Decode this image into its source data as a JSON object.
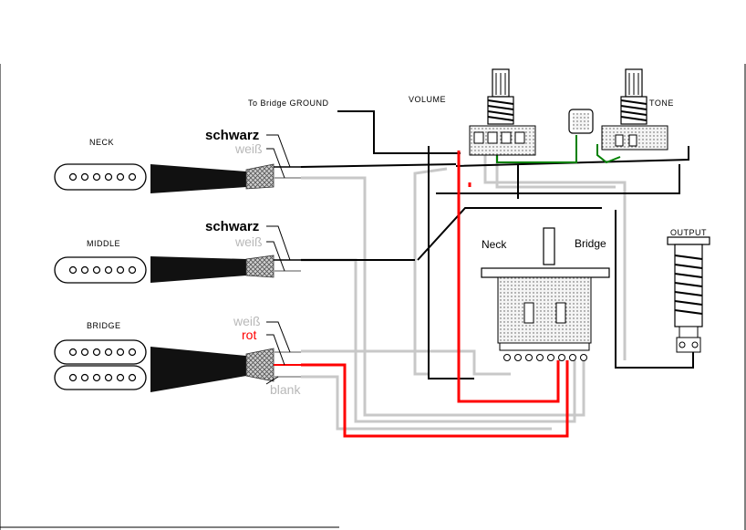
{
  "labels": {
    "bridge_ground": "To Bridge GROUND",
    "volume": "VOLUME",
    "tone": "TONE",
    "output": "OUTPUT",
    "neck_pickup": "NECK",
    "middle_pickup": "MIDDLE",
    "bridge_pickup": "BRIDGE",
    "switch_neck": "Neck",
    "switch_bridge": "Bridge"
  },
  "wire_labels": {
    "neck_black": "schwarz",
    "neck_white": "weiß",
    "middle_black": "schwarz",
    "middle_white": "weiß",
    "bridge_white": "weiß",
    "bridge_red": "rot",
    "bridge_bare": "blank"
  },
  "colors": {
    "black_wire": "#000000",
    "white_wire": "#c8c8c8",
    "red_wire": "#ff0000",
    "green_wire": "#008000"
  }
}
